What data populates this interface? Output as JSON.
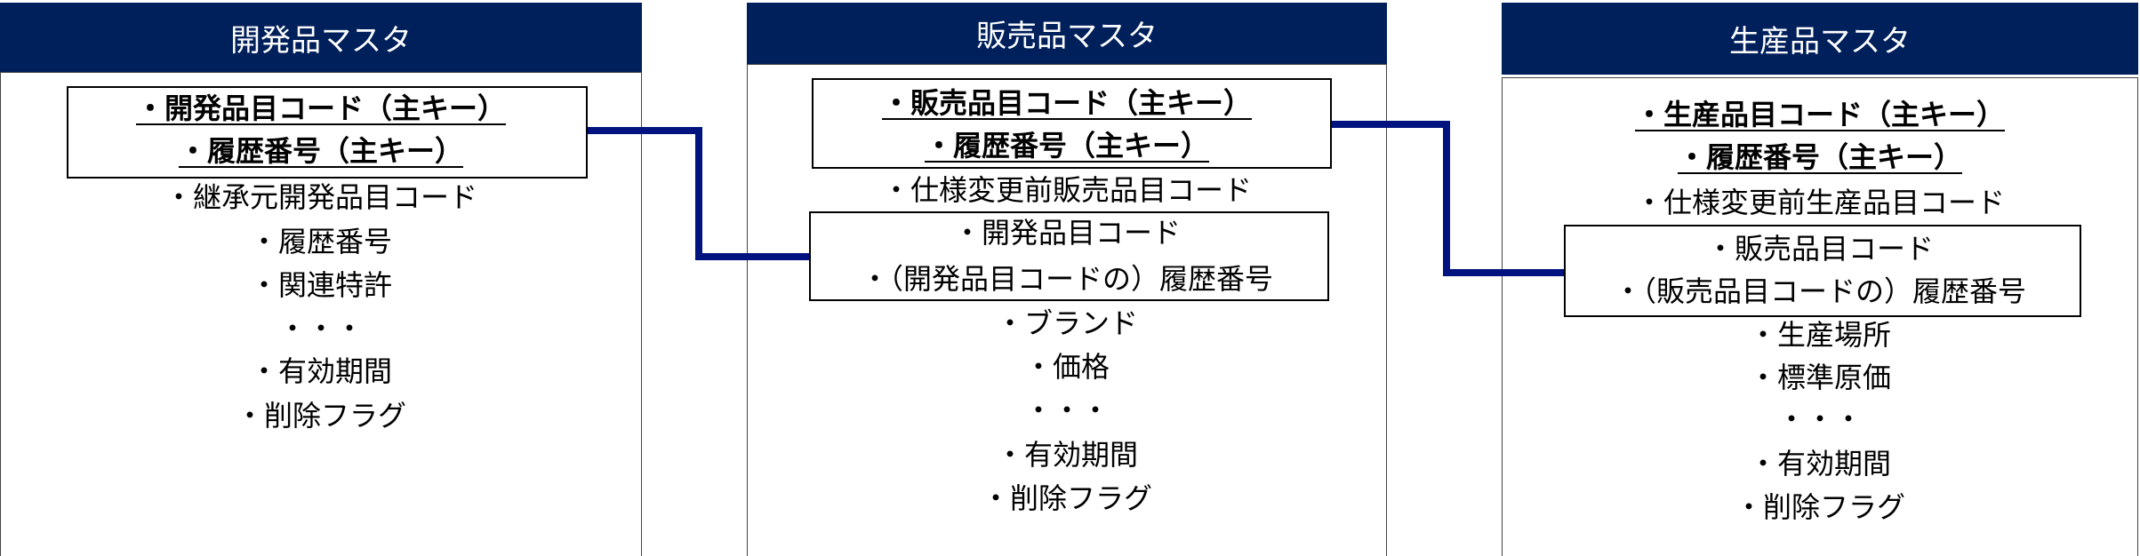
{
  "panels": [
    {
      "title": "開発品マスタ",
      "key_fields": [
        "・開発品目コード（主キー）",
        "・履歴番号（主キー）"
      ],
      "fields": [
        "・継承元開発品目コード",
        "・履歴番号",
        "・関連特許",
        "・・・",
        "・有効期間",
        "・削除フラグ"
      ]
    },
    {
      "title": "販売品マスタ",
      "key_fields": [
        "・販売品目コード（主キー）",
        "・履歴番号（主キー）"
      ],
      "fields_before": [
        "・仕様変更前販売品目コード"
      ],
      "foreign_fields": [
        "・開発品目コード",
        "・（開発品目コードの）履歴番号"
      ],
      "fields": [
        "・ブランド",
        "・価格",
        "・・・",
        "・有効期間",
        "・削除フラグ"
      ]
    },
    {
      "title": "生産品マスタ",
      "key_fields": [
        "・生産品目コード（主キー）",
        "・履歴番号（主キー）"
      ],
      "fields_before": [
        "・仕様変更前生産品目コード"
      ],
      "foreign_fields": [
        "・販売品目コード",
        "・（販売品目コードの）履歴番号"
      ],
      "fields": [
        "・生産場所",
        "・標準原価",
        "・・・",
        "・有効期間",
        "・削除フラグ"
      ]
    }
  ],
  "colors": {
    "header": "#00205b",
    "connector": "#00137f"
  }
}
